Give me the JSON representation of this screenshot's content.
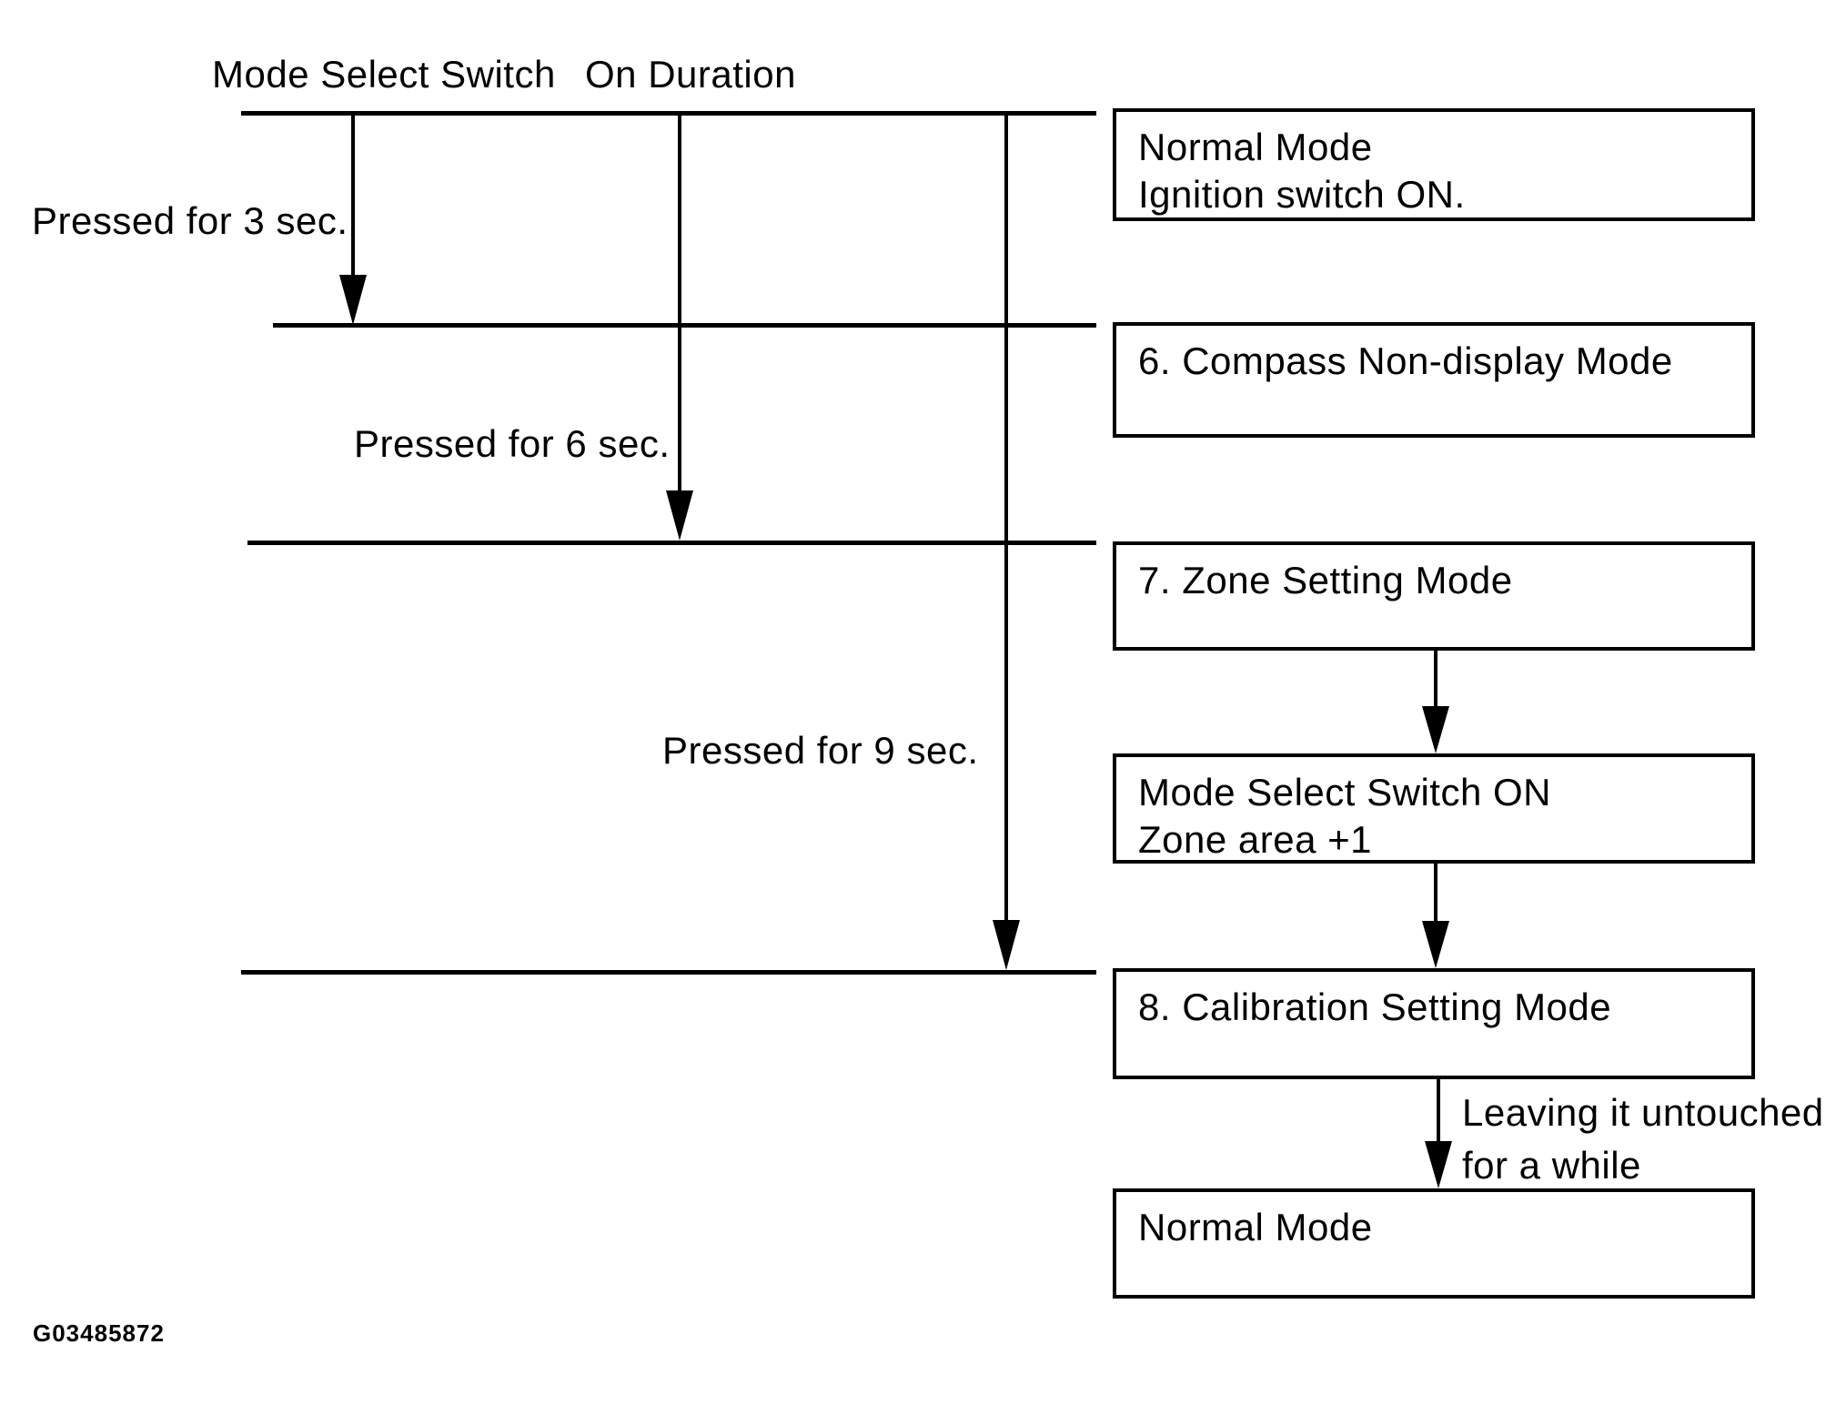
{
  "diagram": {
    "title_columns": {
      "mode_select_switch": "Mode Select Switch",
      "on_duration": "On Duration"
    },
    "press_labels": {
      "sec3": "Pressed for 3 sec.",
      "sec6": "Pressed for 6 sec.",
      "sec9": "Pressed for 9 sec."
    },
    "boxes": [
      {
        "id": "normal-mode-start",
        "lines": [
          "Normal Mode",
          "Ignition switch ON."
        ]
      },
      {
        "id": "compass-non-display-mode",
        "lines": [
          "6. Compass Non-display Mode"
        ]
      },
      {
        "id": "zone-setting-mode",
        "lines": [
          "7. Zone Setting Mode"
        ]
      },
      {
        "id": "mode-select-switch-on",
        "lines": [
          "Mode Select Switch ON",
          "Zone area +1"
        ]
      },
      {
        "id": "calibration-setting-mode",
        "lines": [
          "8. Calibration Setting Mode"
        ]
      },
      {
        "id": "normal-mode-end",
        "lines": [
          "Normal Mode"
        ]
      }
    ],
    "side_note": {
      "line1": "Leaving it untouched",
      "line2": "for a while"
    },
    "figure_id": "G03485872",
    "colors": {
      "ink": "#000000",
      "background": "#ffffff"
    }
  }
}
